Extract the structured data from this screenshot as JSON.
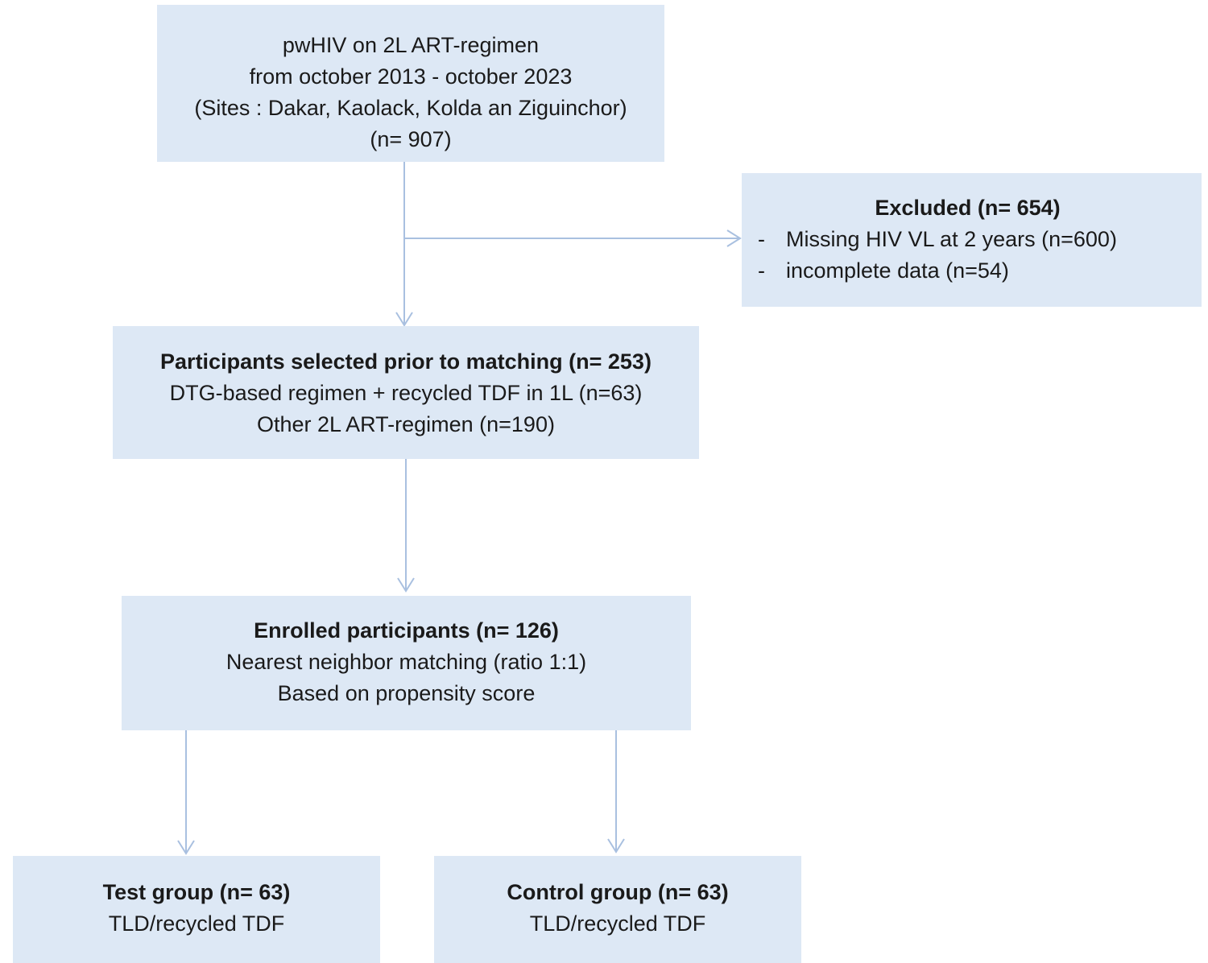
{
  "population": {
    "lines": [
      "pwHIV on 2L ART-regimen",
      "from october 2013 - october 2023",
      "(Sites : Dakar, Kaolack, Kolda an Ziguinchor)",
      "(n= 907)"
    ]
  },
  "excluded": {
    "title": "Excluded (n= 654)",
    "bullet_marker": "-",
    "items": [
      "Missing HIV VL at 2 years (n=600)",
      "incomplete data (n=54)"
    ]
  },
  "selected": {
    "title": "Participants selected prior to matching (n= 253)",
    "lines": [
      "DTG-based regimen + recycled TDF in 1L (n=63)",
      "Other 2L ART-regimen (n=190)"
    ]
  },
  "enrolled": {
    "title": "Enrolled participants (n= 126)",
    "lines": [
      "Nearest neighbor matching (ratio 1:1)",
      "Based on propensity score"
    ]
  },
  "test_group": {
    "title": "Test group (n= 63)",
    "subtitle": "TLD/recycled TDF"
  },
  "control_group": {
    "title": "Control group (n= 63)",
    "subtitle": "TLD/recycled TDF"
  },
  "colors": {
    "box_fill": "#dde8f5",
    "connector": "#a9c0e0",
    "text": "#1a1a1a"
  }
}
